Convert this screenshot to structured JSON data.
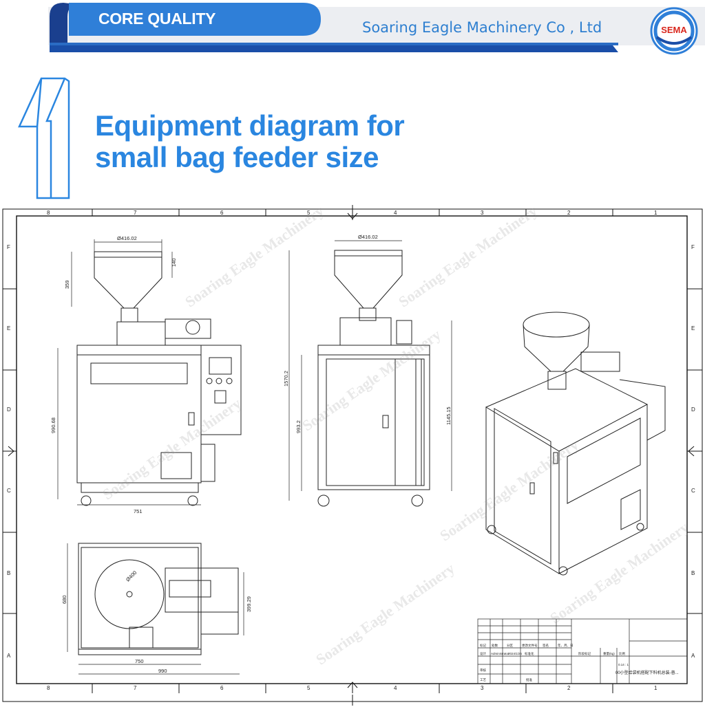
{
  "header": {
    "title": "CORE QUALITY",
    "company": "Soaring Eagle Machinery Co , Ltd",
    "logo_text": "SEMA",
    "colors": {
      "dark_blue": "#1a4ea8",
      "mid_blue": "#2f7fd8",
      "light_gray": "#eceef2"
    }
  },
  "section": {
    "number": "1",
    "title_line1": "Equipment diagram for",
    "title_line2": "small bag feeder size",
    "title_color": "#2a86e0"
  },
  "drawing": {
    "col_labels": [
      "8",
      "7",
      "6",
      "5",
      "4",
      "3",
      "2",
      "1"
    ],
    "row_labels": [
      "F",
      "E",
      "D",
      "C",
      "B",
      "A"
    ],
    "watermark": "Soaring Eagle Machinery",
    "dims": {
      "front_hopper_dia": "Ø416.02",
      "front_hopper_h": "140",
      "front_hopper_total": "359",
      "front_body_h": "990.68",
      "front_width": "751",
      "side_hopper_dia": "Ø416.02",
      "side_total_h": "1570.2",
      "side_body_h": "993.2",
      "side_body_h2": "1145.15",
      "top_dia": "Ø400",
      "top_depth": "680",
      "top_side": "399.29",
      "top_w1": "750",
      "top_w2": "990"
    },
    "title_block": {
      "cells_row1": [
        "标记",
        "处数",
        "分区",
        "更改文件号",
        "签名",
        "年、月、日"
      ],
      "cells_row2": [
        "设计",
        "Administrator",
        "2024/1/25",
        "标准化"
      ],
      "cells_row3": [
        "审核"
      ],
      "cells_row4": [
        "工艺",
        "批准"
      ],
      "stage_label": "阶段标记",
      "weight_label": "重量(kg)",
      "scale_label": "比例",
      "scale_value": "0.14 : 1",
      "drawing_name": "00小型给袋机搭配下料机总装-普..."
    }
  }
}
